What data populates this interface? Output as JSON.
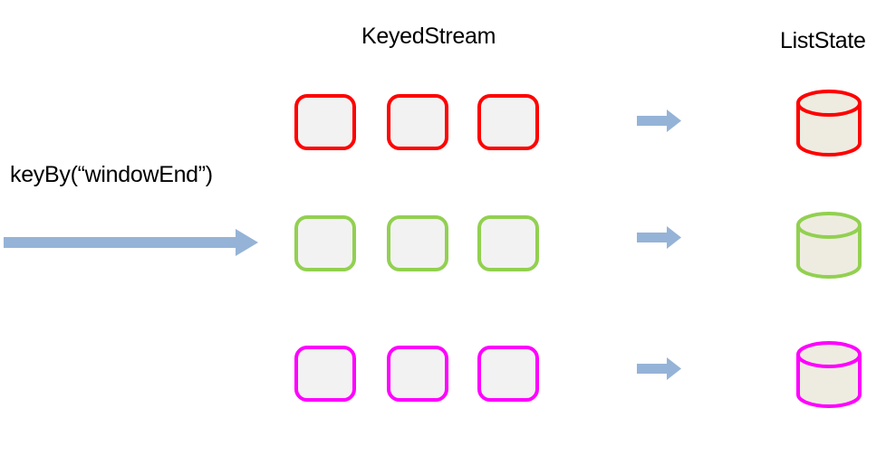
{
  "titles": {
    "keyed_stream": "KeyedStream",
    "list_state": "ListState"
  },
  "keyby": {
    "label": "keyBy(“windowEnd”)"
  },
  "colors": {
    "arrow_blue": "#95b3d7",
    "box_fill": "#f2f2f2",
    "cylinder_fill": "#eeece1",
    "text": "#000000"
  },
  "rows": [
    {
      "key": "red",
      "color": "#ff0000",
      "box_count": 3
    },
    {
      "key": "green",
      "color": "#92d050",
      "box_count": 3
    },
    {
      "key": "magenta",
      "color": "#ff00ff",
      "box_count": 3
    }
  ]
}
